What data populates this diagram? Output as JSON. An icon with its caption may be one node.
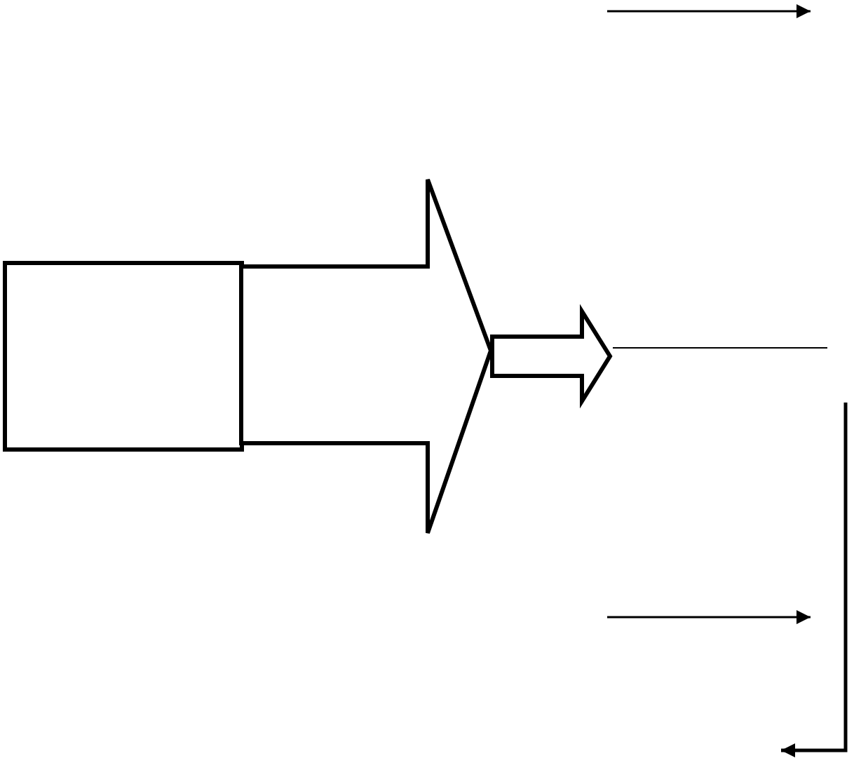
{
  "diagram": {
    "nodes": [
      {
        "text": [],
        "shape": "box"
      },
      {
        "text": [],
        "shape": "arrow"
      },
      {
        "text": [],
        "shape": "arrow"
      }
    ]
  }
}
